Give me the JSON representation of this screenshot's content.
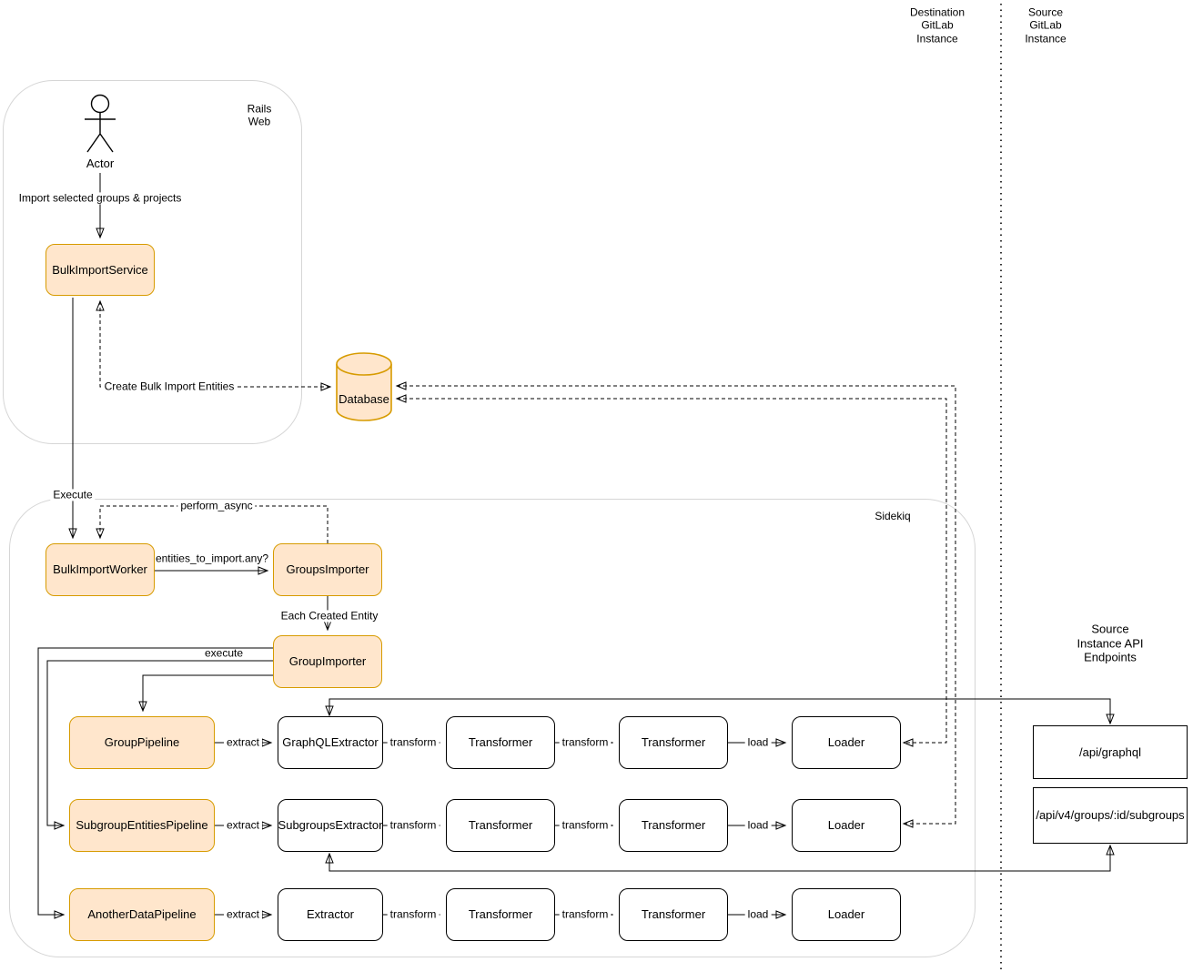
{
  "colors": {
    "node_fill": "#FFE6CC",
    "node_stroke": "#D79B00",
    "box_stroke": "#000000",
    "container_stroke": "#D6D6D6",
    "wire": "#000000",
    "background": "#FFFFFF"
  },
  "regions": {
    "destination_instance": "Destination\nGitLab\nInstance",
    "source_instance": "Source\nGitLab\nInstance",
    "rails_web": "Rails\nWeb",
    "sidekiq": "Sidekiq",
    "api_endpoints_title": "Source Instance API Endpoints"
  },
  "nodes": {
    "actor": "Actor",
    "bulk_import_service": "BulkImportService",
    "database": "Database",
    "bulk_import_worker": "BulkImportWorker",
    "groups_importer": "GroupsImporter",
    "group_importer": "GroupImporter",
    "transformer": "Transformer",
    "loader": "Loader",
    "api_graphql": "/api/graphql",
    "api_subgroups": "/api/v4/groups/:id/subgroups"
  },
  "pipelines": [
    {
      "name": "GroupPipeline",
      "extractor": "GraphQLExtractor"
    },
    {
      "name": "SubgroupEntitiesPipeline",
      "extractor": "SubgroupsExtractor"
    },
    {
      "name": "AnotherDataPipeline",
      "extractor": "Extractor"
    }
  ],
  "edges": {
    "import_selected": "Import selected groups & projects",
    "execute": "Execute",
    "create_entities": "Create Bulk Import Entities",
    "perform_async": "perform_async",
    "entities_check": "entities_to_import.any?",
    "each_created_entity": "Each Created Entity",
    "execute_pipeline": "execute",
    "extract": "extract",
    "transform": "transform",
    "load": "load"
  }
}
